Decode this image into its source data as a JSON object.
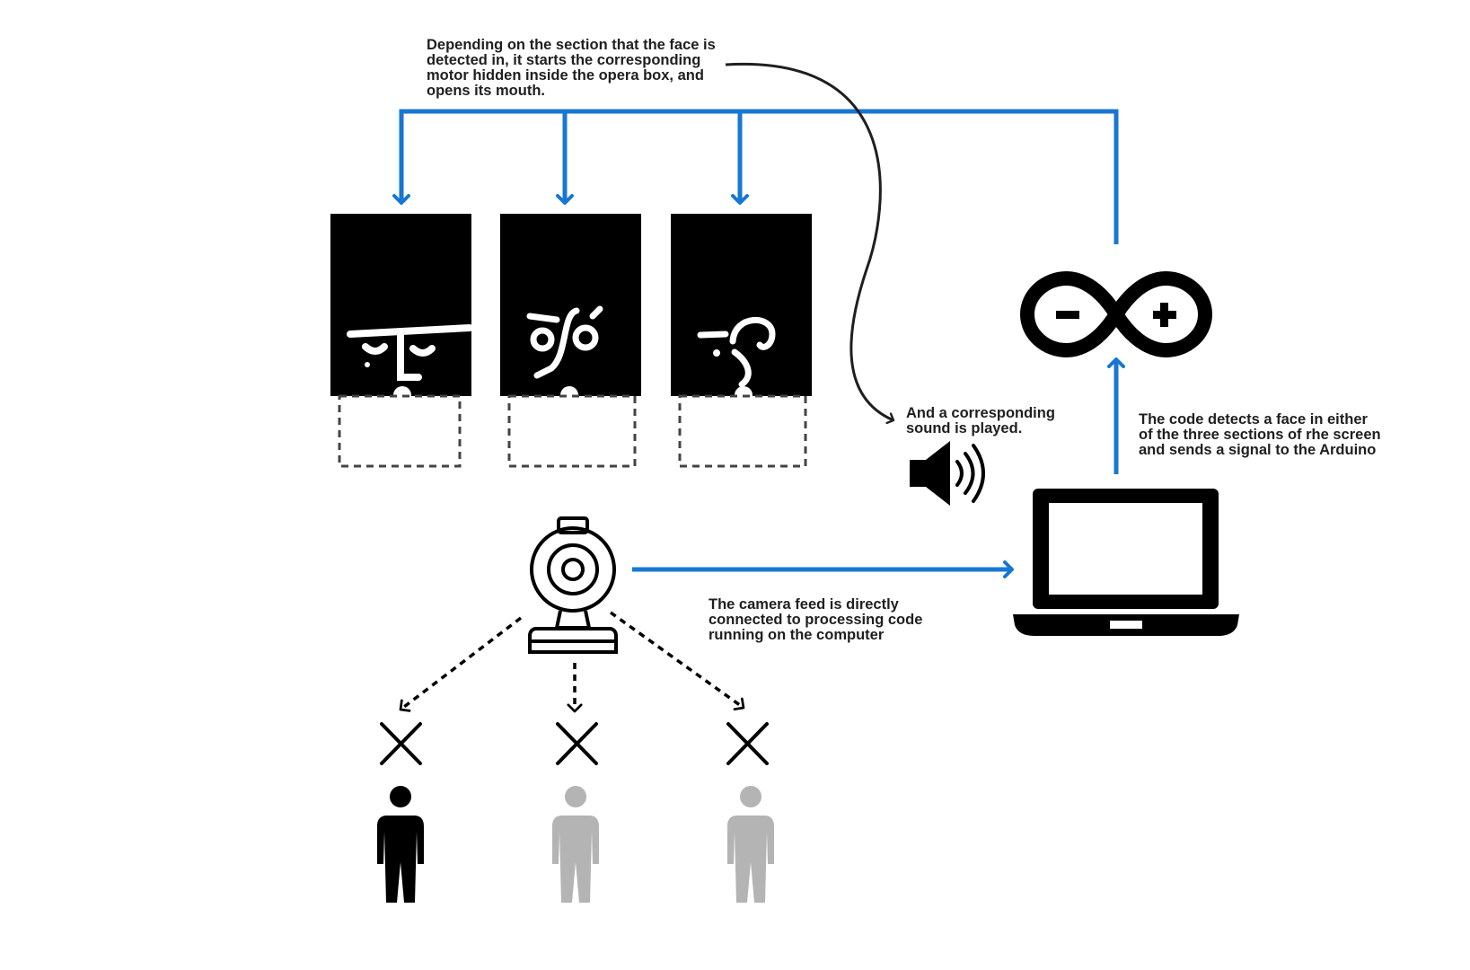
{
  "colors": {
    "flow_arrow": "#1877d2",
    "ink": "#000000",
    "annotation": "#1f1f1f",
    "inactive_person": "#b4b4b4",
    "box_outline": "#444444",
    "background": "#ffffff"
  },
  "icons": {
    "controller": "arduino-infinity-logo",
    "computer": "laptop-icon",
    "camera": "webcam-icon",
    "sound": "speaker-icon",
    "detection": "x-mark-icon",
    "person": "person-icon"
  },
  "annotations": {
    "motor_note": [
      "Depending on the section that the face is",
      "detected in, it starts the corresponding",
      "motor hidden inside the opera box, and",
      "opens its mouth."
    ],
    "sound_note": [
      "And a corresponding",
      "sound is played."
    ],
    "arduino_note": [
      "The code detects a face in either",
      "of the three sections of rhe screen",
      "and sends a signal to the Arduino"
    ],
    "camera_note": [
      "The camera feed is directly",
      "connected to processing code",
      "running on the computer"
    ]
  },
  "people": [
    {
      "state": "active"
    },
    {
      "state": "inactive"
    },
    {
      "state": "inactive"
    }
  ]
}
